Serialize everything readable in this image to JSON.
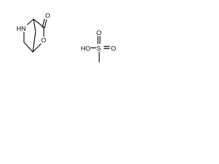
{
  "molecule_left": {
    "atoms": {
      "nitrogen": "N",
      "nitrogen_h": "H",
      "carbonyl_oxygen": "O",
      "ring_oxygen": "O"
    }
  },
  "molecule_right": {
    "atoms": {
      "hydroxyl": "HO",
      "sulfur": "S",
      "oxygen_top": "O",
      "oxygen_bottom": "O"
    }
  },
  "colors": {
    "bond": "#000000",
    "label": "#000000",
    "background": "#ffffff"
  }
}
